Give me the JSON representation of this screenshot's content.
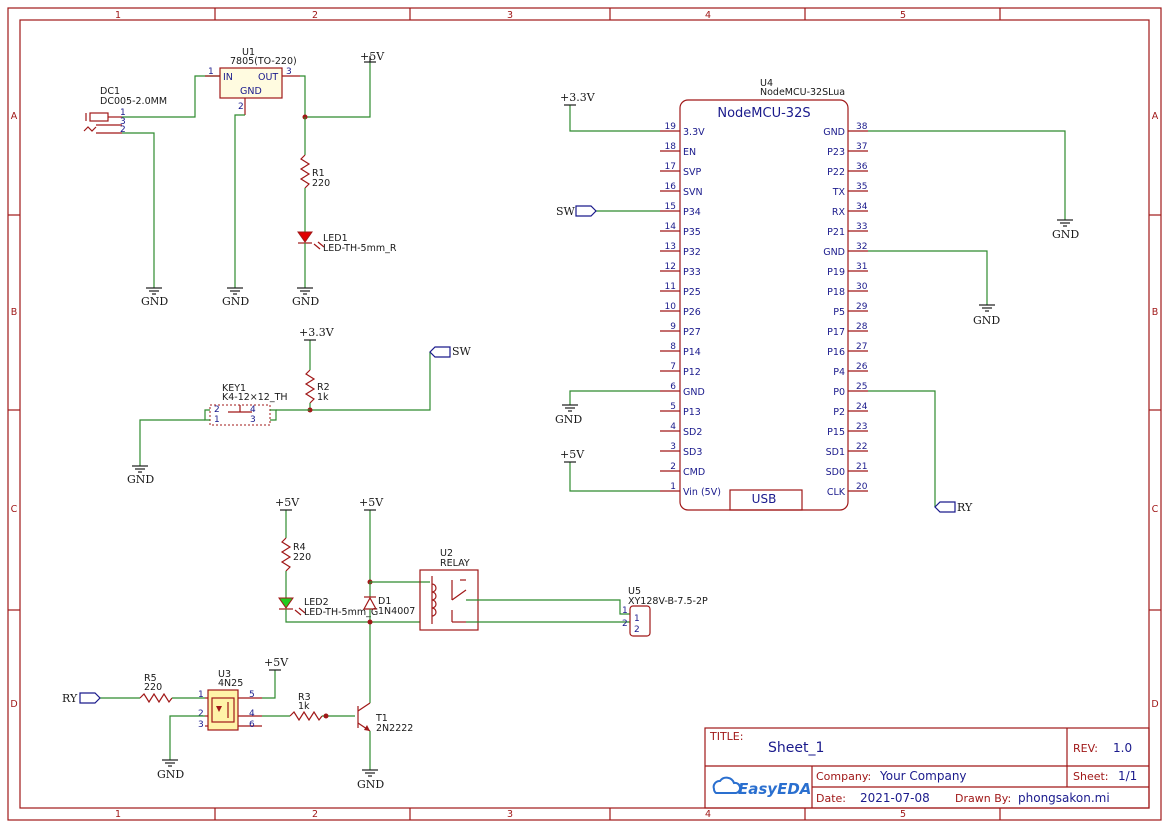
{
  "sheet": {
    "title_label": "TITLE:",
    "title": "Sheet_1",
    "rev_label": "REV:",
    "rev": "1.0",
    "company_label": "Company:",
    "company": "Your Company",
    "sheet_label": "Sheet:",
    "sheet_no": "1/1",
    "date_label": "Date:",
    "date": "2021-07-08",
    "drawn_label": "Drawn By:",
    "drawn_by": "phongsakon.mi",
    "logo_text": "EasyEDA",
    "zones_x": [
      "1",
      "2",
      "3",
      "4",
      "5"
    ],
    "zones_y": [
      "A",
      "B",
      "C",
      "D"
    ]
  },
  "nets": {
    "vcc5": "+5V",
    "vcc33": "+3.3V",
    "gnd": "GND",
    "sw": "SW",
    "ry": "RY"
  },
  "components": {
    "u1": {
      "ref": "U1",
      "value": "7805(TO-220)",
      "pin_in": "IN",
      "pin_out": "OUT",
      "pin_gnd": "GND",
      "n1": "1",
      "n2": "2",
      "n3": "3"
    },
    "dc1": {
      "ref": "DC1",
      "value": "DC005-2.0MM",
      "n1": "1",
      "n2": "2",
      "n3": "3"
    },
    "r1": {
      "ref": "R1",
      "value": "220"
    },
    "led1": {
      "ref": "LED1",
      "value": "LED-TH-5mm_R"
    },
    "r2": {
      "ref": "R2",
      "value": "1k"
    },
    "key1": {
      "ref": "KEY1",
      "value": "K4-12×12_TH",
      "n1": "1",
      "n2": "2",
      "n3": "3",
      "n4": "4"
    },
    "r4": {
      "ref": "R4",
      "value": "220"
    },
    "led2": {
      "ref": "LED2",
      "value": "LED-TH-5mm_G"
    },
    "d1": {
      "ref": "D1",
      "value": "1N4007"
    },
    "u2": {
      "ref": "U2",
      "value": "RELAY"
    },
    "u5": {
      "ref": "U5",
      "value": "XY128V-B-7.5-2P",
      "n1": "1",
      "n2": "2"
    },
    "r5": {
      "ref": "R5",
      "value": "220"
    },
    "u3": {
      "ref": "U3",
      "value": "4N25",
      "n1": "1",
      "n2": "2",
      "n3": "3",
      "n4": "4",
      "n5": "5",
      "n6": "6"
    },
    "r3": {
      "ref": "R3",
      "value": "1k"
    },
    "t1": {
      "ref": "T1",
      "value": "2N2222"
    },
    "u4": {
      "ref": "U4",
      "value": "NodeMCU-32SLua",
      "title": "NodeMCU-32S",
      "usb_label": "USB",
      "left_pins": [
        {
          "num": "19",
          "name": "3.3V"
        },
        {
          "num": "18",
          "name": "EN"
        },
        {
          "num": "17",
          "name": "SVP"
        },
        {
          "num": "16",
          "name": "SVN"
        },
        {
          "num": "15",
          "name": "P34"
        },
        {
          "num": "14",
          "name": "P35"
        },
        {
          "num": "13",
          "name": "P32"
        },
        {
          "num": "12",
          "name": "P33"
        },
        {
          "num": "11",
          "name": "P25"
        },
        {
          "num": "10",
          "name": "P26"
        },
        {
          "num": "9",
          "name": "P27"
        },
        {
          "num": "8",
          "name": "P14"
        },
        {
          "num": "7",
          "name": "P12"
        },
        {
          "num": "6",
          "name": "GND"
        },
        {
          "num": "5",
          "name": "P13"
        },
        {
          "num": "4",
          "name": "SD2"
        },
        {
          "num": "3",
          "name": "SD3"
        },
        {
          "num": "2",
          "name": "CMD"
        },
        {
          "num": "1",
          "name": "Vin (5V)"
        }
      ],
      "right_pins": [
        {
          "num": "38",
          "name": "GND"
        },
        {
          "num": "37",
          "name": "P23"
        },
        {
          "num": "36",
          "name": "P22"
        },
        {
          "num": "35",
          "name": "TX"
        },
        {
          "num": "34",
          "name": "RX"
        },
        {
          "num": "33",
          "name": "P21"
        },
        {
          "num": "32",
          "name": "GND"
        },
        {
          "num": "31",
          "name": "P19"
        },
        {
          "num": "30",
          "name": "P18"
        },
        {
          "num": "29",
          "name": "P5"
        },
        {
          "num": "28",
          "name": "P17"
        },
        {
          "num": "27",
          "name": "P16"
        },
        {
          "num": "26",
          "name": "P4"
        },
        {
          "num": "25",
          "name": "P0"
        },
        {
          "num": "24",
          "name": "P2"
        },
        {
          "num": "23",
          "name": "P15"
        },
        {
          "num": "22",
          "name": "SD1"
        },
        {
          "num": "21",
          "name": "SD0"
        },
        {
          "num": "20",
          "name": "CLK"
        }
      ]
    }
  },
  "colors": {
    "frame": "#a01818",
    "wire": "#2e8b2e",
    "pin_text": "#1a1a8c",
    "led1": "#e00000",
    "led2": "#22cc22"
  }
}
